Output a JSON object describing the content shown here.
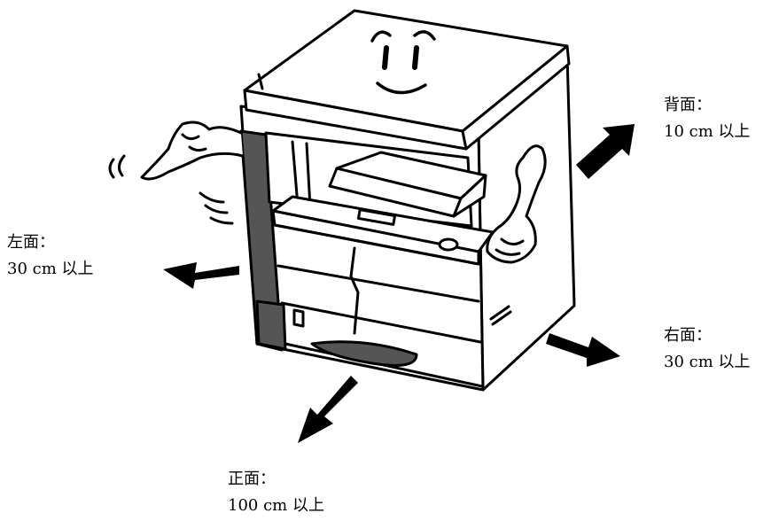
{
  "labels": {
    "back": {
      "side": "背面：",
      "distance": "10 cm  以上"
    },
    "left": {
      "side": "左面：",
      "distance": "30 cm  以上"
    },
    "right": {
      "side": "右面：",
      "distance": "30 cm  以上"
    },
    "front": {
      "side": "正面：",
      "distance": "100 cm  以上"
    }
  },
  "colors": {
    "ink": "#000000",
    "panel_shade": "#555555",
    "paper": "#ffffff"
  }
}
